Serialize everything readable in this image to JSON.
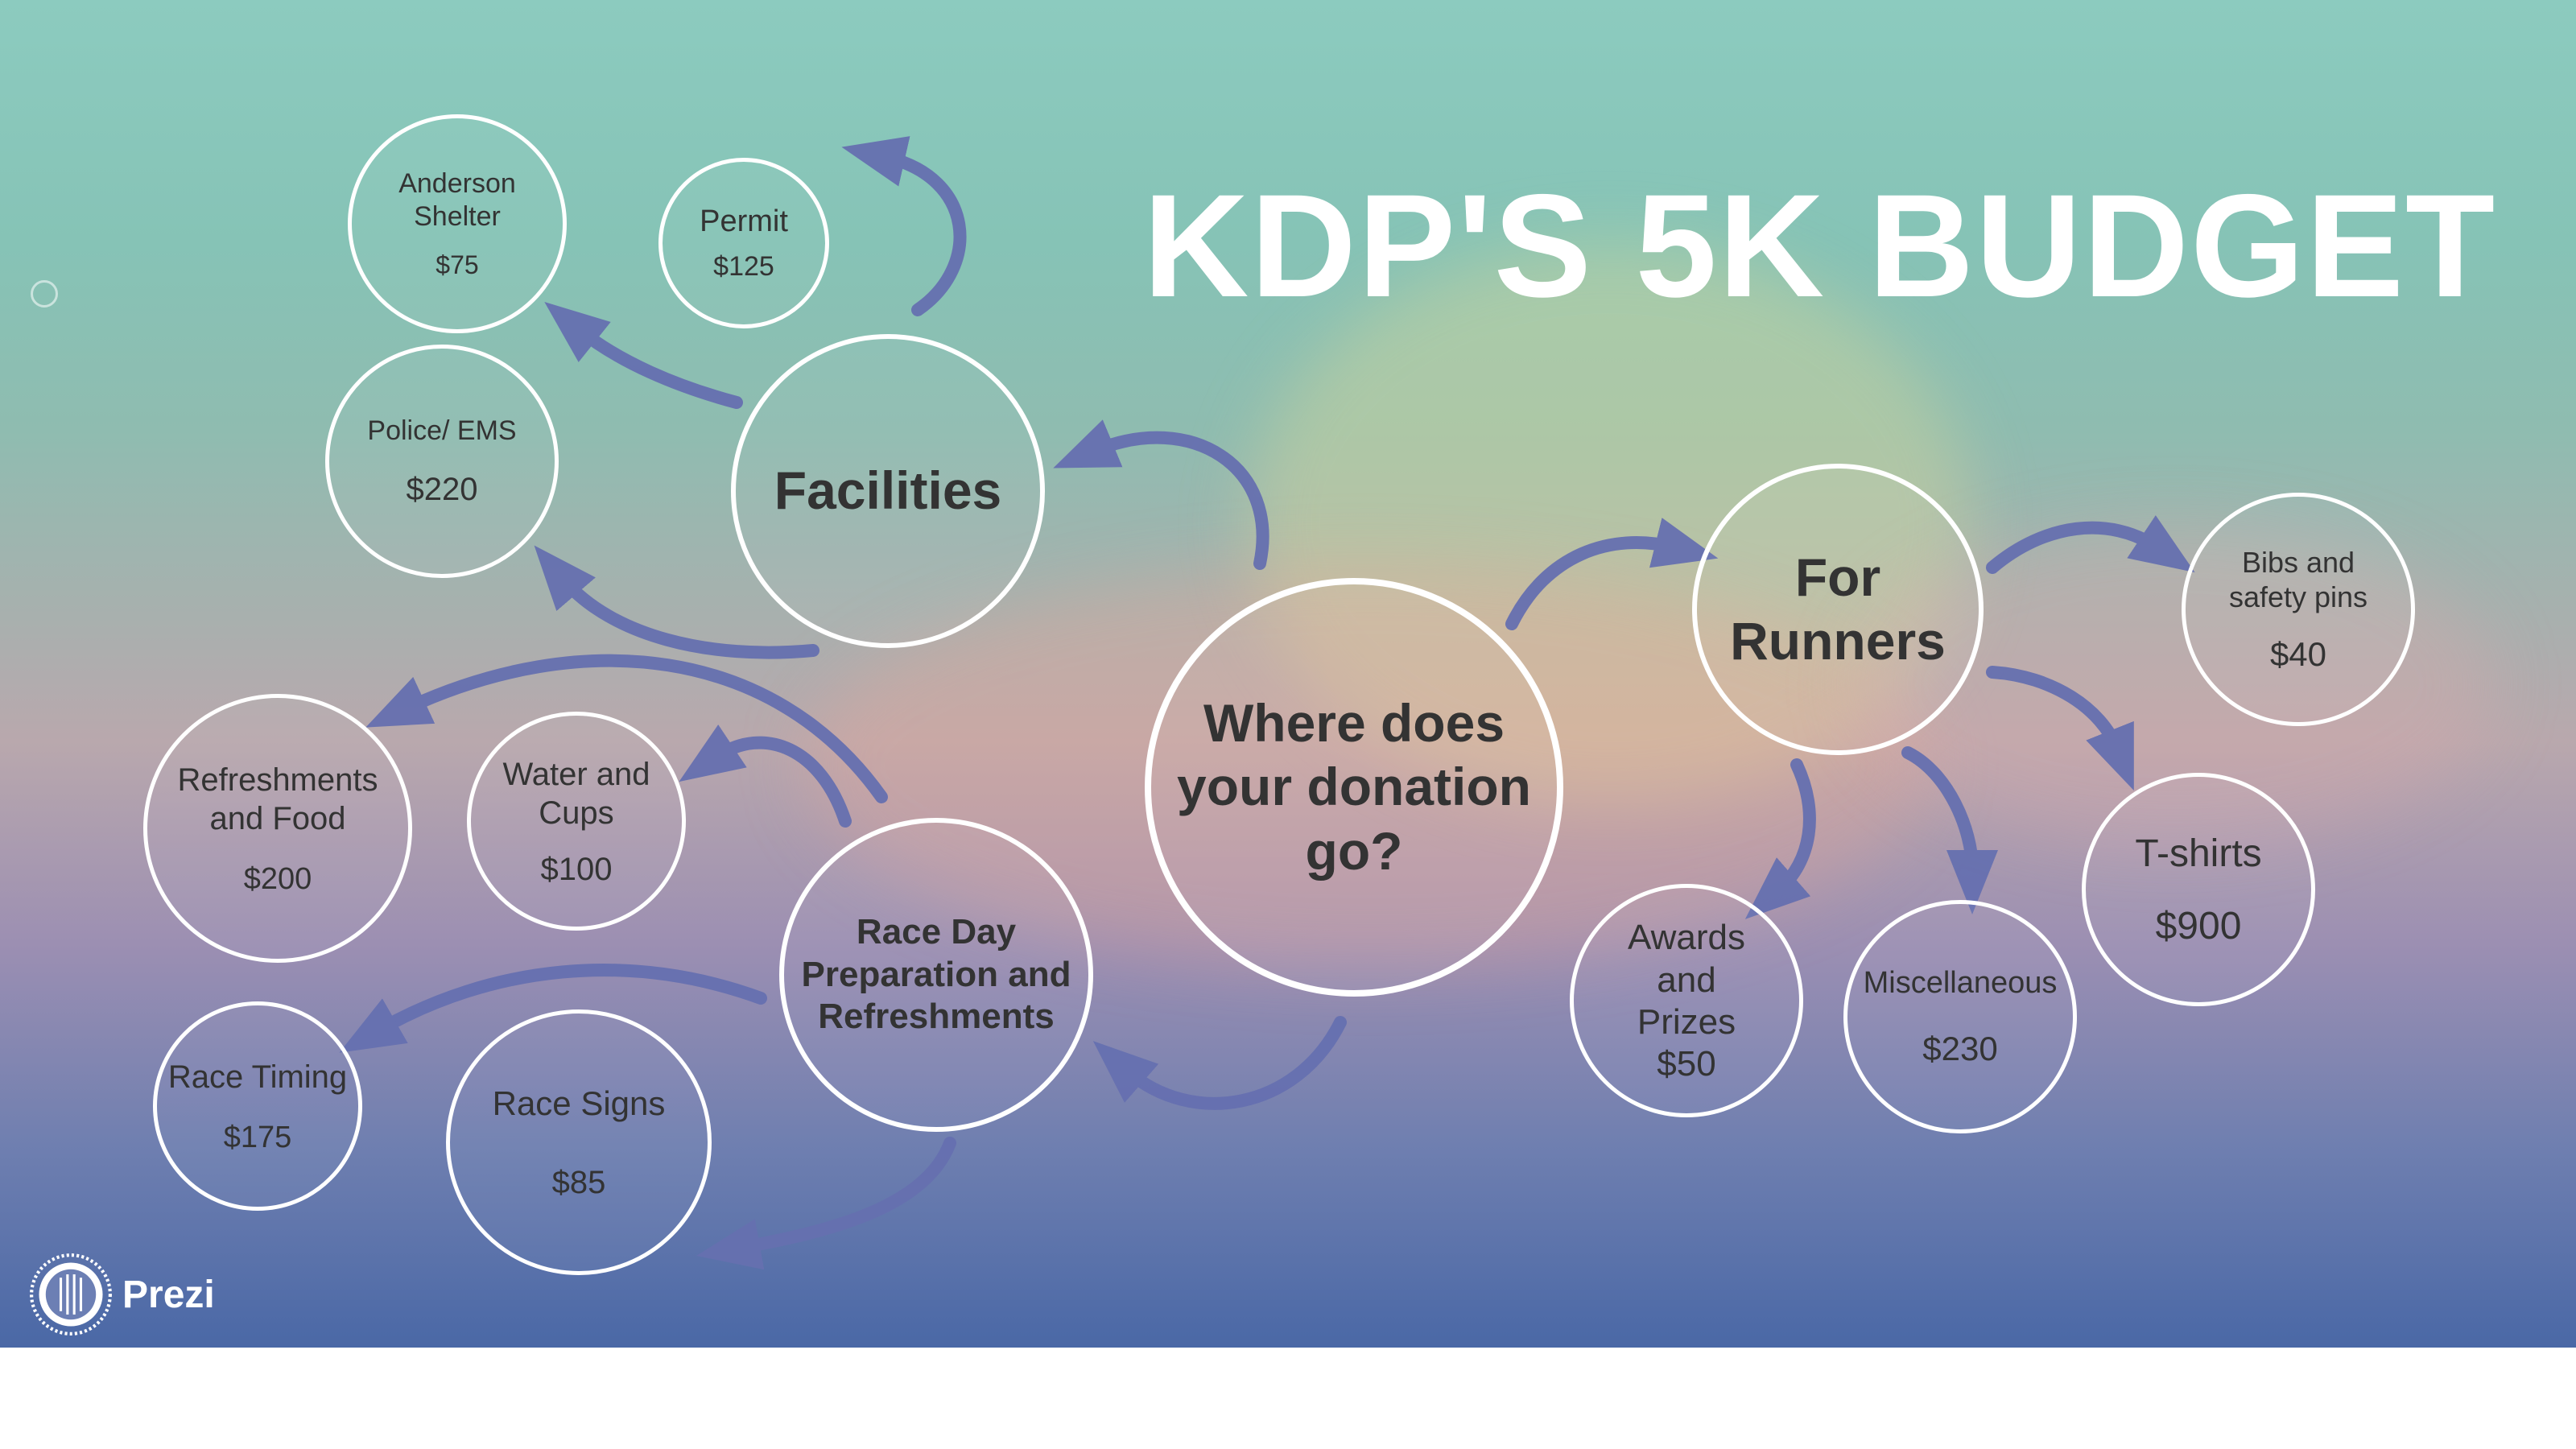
{
  "title": "KDP'S 5K BUDGET",
  "brand": "Prezi",
  "colors": {
    "arrow": "#6670b0",
    "node_border": "#ffffff",
    "node_text": "#333333",
    "title": "#ffffff"
  },
  "nodes": {
    "center": {
      "label": "Where does your donation go?"
    },
    "facilities": {
      "label": "Facilities"
    },
    "race_day": {
      "label": "Race Day Preparation and Refreshments"
    },
    "for_runners": {
      "label": "For Runners"
    },
    "anderson": {
      "label": "Anderson Shelter",
      "amount": "$75"
    },
    "permit": {
      "label": "Permit",
      "amount": "$125"
    },
    "police": {
      "label": "Police/ EMS",
      "amount": "$220"
    },
    "refreshments": {
      "label": "Refreshments and Food",
      "amount": "$200"
    },
    "water": {
      "label": "Water and Cups",
      "amount": "$100"
    },
    "timing": {
      "label": "Race Timing",
      "amount": "$175"
    },
    "signs": {
      "label": "Race Signs",
      "amount": "$85"
    },
    "bibs": {
      "label": "Bibs and safety pins",
      "amount": "$40"
    },
    "tshirts": {
      "label": "T-shirts",
      "amount": "$900"
    },
    "awards": {
      "label": "Awards and Prizes",
      "amount": "$50"
    },
    "misc": {
      "label": "Miscellaneous",
      "amount": "$230"
    }
  }
}
